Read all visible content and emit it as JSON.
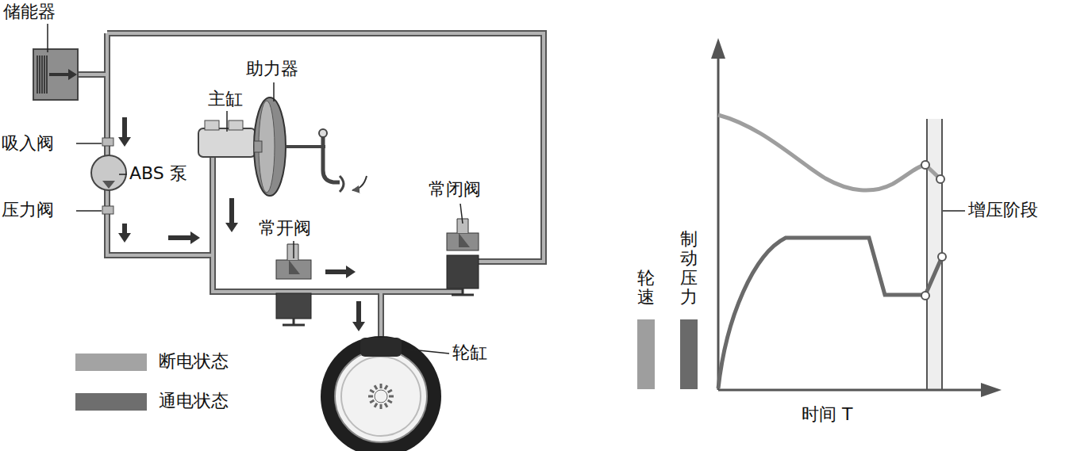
{
  "diagram": {
    "labels": [
      "储能器",
      "主缸",
      "助力器",
      "吸入阀",
      "ABS 泵",
      "压力阀",
      "常开阀",
      "常闭阀",
      "轮缸",
      "增压阶段",
      "时间 T"
    ],
    "legend": [
      {
        "text": "断电状态",
        "color": "#a3a3a3"
      },
      {
        "text": "通电状态",
        "color": "#6e6e6e"
      },
      {
        "text": "轮速",
        "color": "#9e9e9e"
      },
      {
        "text": "制动压力",
        "color": "#6a6a6a"
      }
    ]
  }
}
